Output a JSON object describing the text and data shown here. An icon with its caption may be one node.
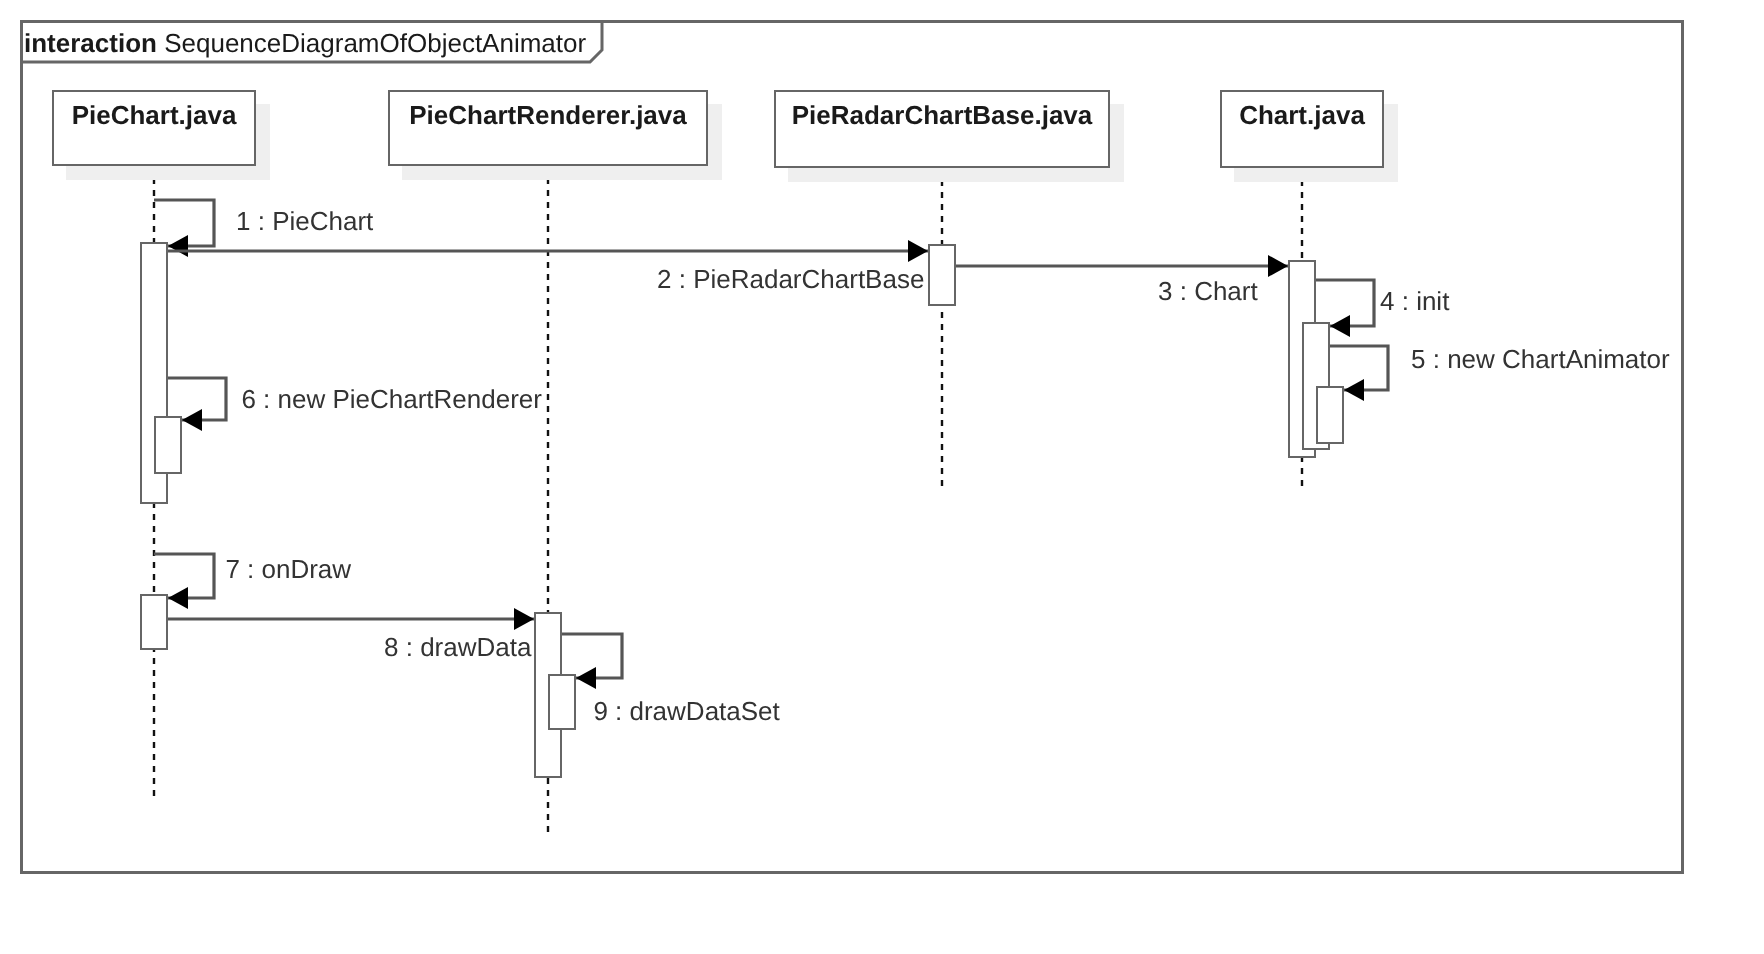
{
  "diagram": {
    "nodes": [
      {
        "text": [
          "**interaction** SequenceDiagramOfObjectAnimator"
        ]
      },
      {
        "text": [
          "PieChart.java"
        ],
        "in": 0
      },
      {
        "text": [
          "PieChartRenderer.java"
        ],
        "in": 0
      },
      {
        "text": [
          "PieRadarChartBase.java"
        ],
        "in": 0
      },
      {
        "text": [
          "Chart.java"
        ],
        "in": 0
      },
      {
        "text": [],
        "shape": "bar",
        "in": 0
      },
      {
        "text": [],
        "shape": "bar",
        "in": 0
      },
      {
        "text": [],
        "shape": "bar",
        "in": 0
      },
      {
        "text": [],
        "shape": "bar",
        "in": 0
      },
      {
        "text": [],
        "shape": "bar",
        "in": 0
      },
      {
        "text": [],
        "shape": "bar",
        "in": 0
      },
      {
        "text": [],
        "shape": "bar",
        "in": 0
      },
      {
        "text": [],
        "shape": "bar",
        "in": 0
      },
      {
        "text": [],
        "shape": "bar",
        "in": 0
      }
    ],
    "edges": [
      {
        "from": null,
        "to": 5,
        "arrow": "to",
        "label": "1 : PieChart"
      },
      {
        "from": 5,
        "to": 10,
        "arrow": "to",
        "label": "2 : PieRadarChartBase"
      },
      {
        "from": 10,
        "to": 11,
        "arrow": "to",
        "label": "3 : Chart"
      },
      {
        "from": 11,
        "to": 12,
        "arrow": "to",
        "label": "4 : init"
      },
      {
        "from": 12,
        "to": 13,
        "arrow": "to",
        "label": "5 : new ChartAnimator"
      },
      {
        "from": 5,
        "to": 6,
        "arrow": "to",
        "label": "6 : new PieChartRenderer"
      },
      {
        "from": null,
        "to": 7,
        "arrow": "to",
        "label": "7 : onDraw"
      },
      {
        "from": 7,
        "to": 8,
        "arrow": "to",
        "label": "8 : drawData"
      },
      {
        "from": 8,
        "to": 9,
        "arrow": "to",
        "label": "9 : drawDataSet"
      }
    ]
  }
}
